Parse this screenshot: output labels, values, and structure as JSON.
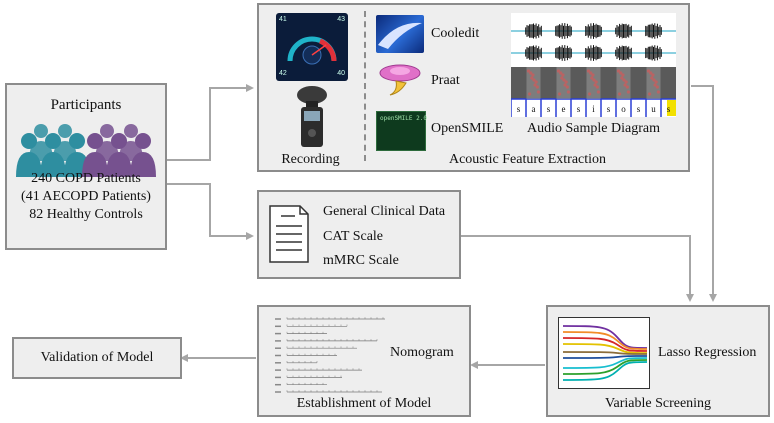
{
  "participants": {
    "title": "Participants",
    "line1": "240 COPD Patients",
    "line2": "(41 AECOPD Patients)",
    "line3": "82 Healthy Controls",
    "colors": {
      "teal": "#2e8ea0",
      "purple": "#76518f"
    }
  },
  "recording": {
    "label": "Recording",
    "meter_left_top": "41",
    "meter_right_top": "43",
    "meter_left_bottom": "42",
    "meter_right_bottom": "40"
  },
  "extraction": {
    "title": "Acoustic Feature Extraction",
    "tools": [
      "Cooledit",
      "Praat",
      "OpenSMILE"
    ],
    "opensmile_screen_text": "openSMILE 2.0",
    "audio_label": "Audio Sample Diagram",
    "phoneme_letters": [
      "s",
      "a",
      "s",
      "e",
      "s",
      "i",
      "s",
      "o",
      "s",
      "u",
      "s"
    ]
  },
  "clinical": {
    "items": [
      "General Clinical Data",
      "CAT Scale",
      "mMRC Scale"
    ]
  },
  "screening": {
    "label": "Lasso Regression",
    "title": "Variable Screening",
    "curve_colors": [
      "#7030a0",
      "#f28c28",
      "#d62728",
      "#e3c200",
      "#8c6d3a",
      "#1f4e9c",
      "#17becf",
      "#2ca02c",
      "#00b0b0"
    ]
  },
  "model": {
    "nomogram_label": "Nomogram",
    "title": "Establishment of Model"
  },
  "validation": {
    "label": "Validation of Model"
  },
  "colors": {
    "arrow": "#a6a6a6",
    "box_border": "#8c8c8c",
    "box_fill": "#eeeeee"
  }
}
